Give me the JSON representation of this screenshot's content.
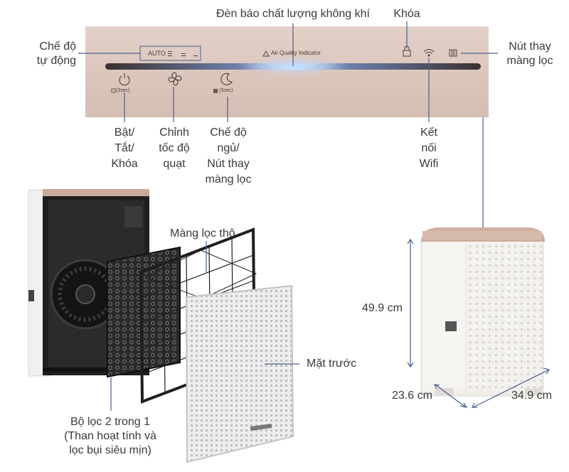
{
  "panel": {
    "auto_label": "AUTO",
    "speed_marks": [
      "≡",
      "=",
      "_"
    ],
    "aqi_label": "Air Quality Indicator",
    "power_hint": "(3sec)",
    "sleep_hint": "(3sec)"
  },
  "callouts": {
    "air_quality": "Đèn báo chất lượng không khí",
    "lock": "Khóa",
    "auto_mode_l1": "Chế độ",
    "auto_mode_l2": "tự động",
    "filter_btn_l1": "Nút thay",
    "filter_btn_l2": "màng lọc",
    "power_l1": "Bật/",
    "power_l2": "Tắt/",
    "power_l3": "Khóa",
    "fan_l1": "Chỉnh",
    "fan_l2": "tốc độ",
    "fan_l3": "quạt",
    "sleep_l1": "Chế độ",
    "sleep_l2": "ngủ/",
    "sleep_l3": "Nút thay",
    "sleep_l4": "màng lọc",
    "wifi_l1": "Kết",
    "wifi_l2": "nối",
    "wifi_l3": "Wifi",
    "prefilter": "Màng lọc thô",
    "front_cover": "Mặt trước",
    "filter_l1": "Bộ lọc 2 trong 1",
    "filter_l2": "(Than hoạt tính và",
    "filter_l3": "lọc bụi siêu mịn)"
  },
  "dimensions": {
    "height": "49.9 cm",
    "depth": "23.6 cm",
    "width": "34.9 cm"
  },
  "colors": {
    "panel": "#d8c3b9",
    "glow": "#7fb6ff",
    "body": "#f2efec",
    "line": "#4a5f8a"
  }
}
